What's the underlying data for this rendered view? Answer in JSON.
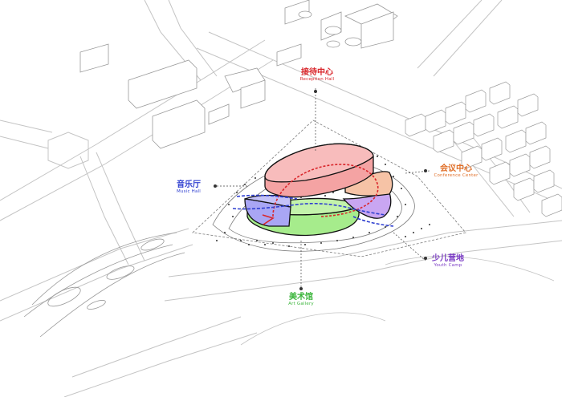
{
  "labels": {
    "reception": {
      "zh": "接待中心",
      "en": "Reception Hall",
      "color": "#d9262b"
    },
    "conference": {
      "zh": "会议中心",
      "en": "Conference Center",
      "color": "#e0702a"
    },
    "music": {
      "zh": "音乐厅",
      "en": "Music Hall",
      "color": "#2f3fd0"
    },
    "youth": {
      "zh": "少儿营地",
      "en": "Youth Camp",
      "color": "#7a3bc4"
    },
    "gallery": {
      "zh": "美术馆",
      "en": "Art Gallery",
      "color": "#3bb53b"
    }
  },
  "colors": {
    "reception_fill": "#f4a3a3",
    "conference_fill": "#f6c3a6",
    "music_fill": "#a9a6f4",
    "youth_fill": "#c9a6f2",
    "gallery_fill": "#a6ec8c",
    "site_lines": "#bdbdbd",
    "circulation_red": "#d9262b",
    "circulation_blue": "#2f3fd0"
  }
}
